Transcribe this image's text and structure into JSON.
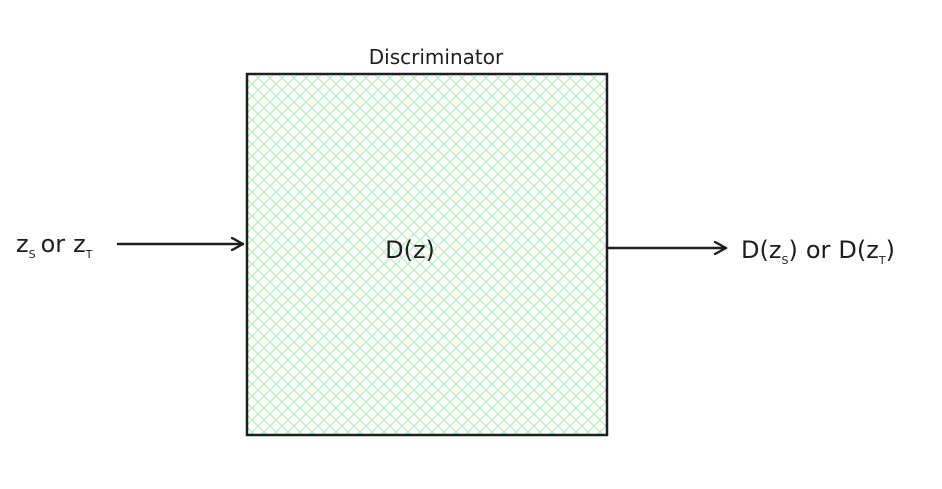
{
  "block": {
    "title": "Discriminator",
    "function": "D(z)",
    "fill_color": "#b2f2bb",
    "border_color": "#1e1e1e"
  },
  "input": {
    "var1": "z",
    "var1_sub": "S",
    "connector": "or",
    "var2": "z",
    "var2_sub": "T"
  },
  "output": {
    "func1": "D(z",
    "func1_sub": "S",
    "func1_close": ")",
    "connector": "or",
    "func2": "D(z",
    "func2_sub": "T",
    "func2_close": ")"
  }
}
